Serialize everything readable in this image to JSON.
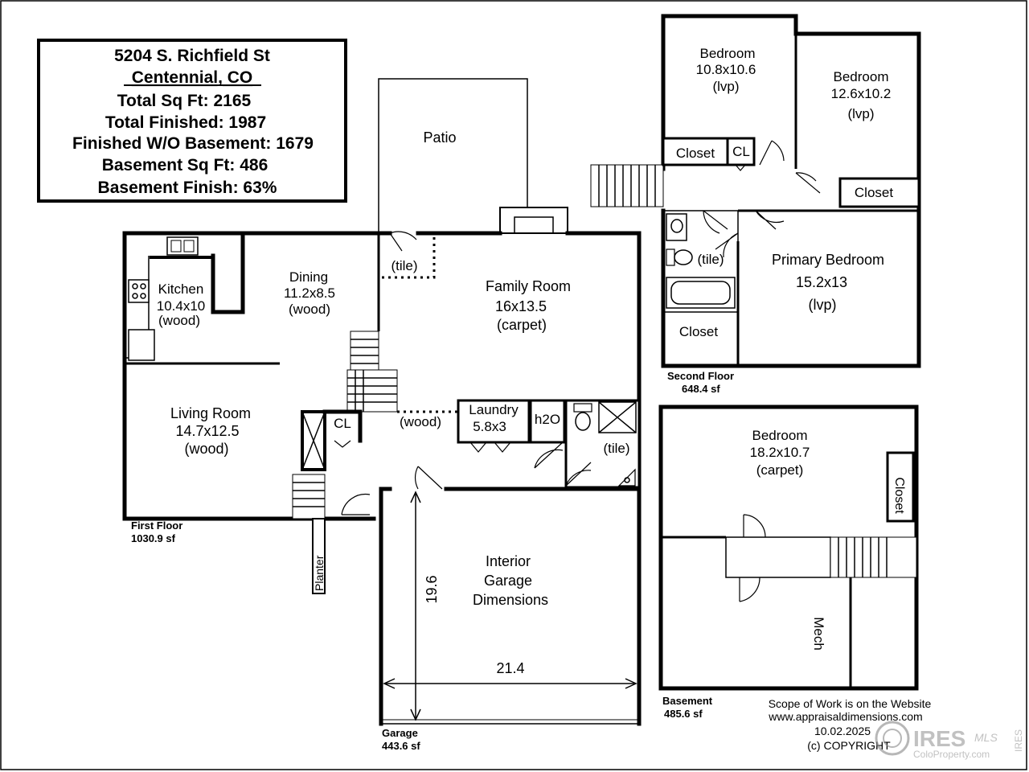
{
  "info_box": {
    "address": "5204 S. Richfield St",
    "city": "Centennial, CO",
    "total_sq_ft": "Total Sq Ft:  2165",
    "total_finished": "Total Finished:  1987",
    "finished_wo_basement": "Finished W/O Basement:  1679",
    "basement_sq_ft": "Basement Sq Ft:  486",
    "basement_finish": "Basement Finish:  63%"
  },
  "first_floor": {
    "label": "First Floor",
    "area": "1030.9 sf",
    "patio": "Patio",
    "kitchen": {
      "name": "Kitchen",
      "size": "10.4x10",
      "floor": "(wood)"
    },
    "dining": {
      "name": "Dining",
      "size": "11.2x8.5",
      "floor": "(wood)"
    },
    "patio_tile": "(tile)",
    "family": {
      "name": "Family Room",
      "size": "16x13.5",
      "floor": "(carpet)"
    },
    "living": {
      "name": "Living Room",
      "size": "14.7x12.5",
      "floor": "(wood)"
    },
    "closet": "CL",
    "hall_floor": "(wood)",
    "laundry": {
      "name": "Laundry",
      "size": "5.8x3"
    },
    "water_heater": "h2O",
    "bath_floor": "(tile)",
    "planter": "Planter"
  },
  "garage": {
    "label": "Garage",
    "area": "443.6 sf",
    "line1": "Interior",
    "line2": "Garage",
    "line3": "Dimensions",
    "depth": "19.6",
    "width": "21.4"
  },
  "second_floor": {
    "label": "Second Floor",
    "area": "648.4 sf",
    "bedroom1": {
      "name": "Bedroom",
      "size": "10.8x10.6",
      "floor": "(lvp)"
    },
    "bedroom2": {
      "name": "Bedroom",
      "size": "12.6x10.2",
      "floor": "(lvp)"
    },
    "closet1": "Closet",
    "cl": "CL",
    "closet2": "Closet",
    "bath_floor": "(tile)",
    "primary": {
      "name": "Primary Bedroom",
      "size": "15.2x13",
      "floor": "(lvp)"
    },
    "closet3": "Closet"
  },
  "basement": {
    "label": "Basement",
    "area": "485.6 sf",
    "bedroom": {
      "name": "Bedroom",
      "size": "18.2x10.7",
      "floor": "(carpet)"
    },
    "closet": "Closet",
    "mech": "Mech"
  },
  "footer": {
    "line1": "Scope of Work is on the Website",
    "line2": "www.appraisaldimensions.com",
    "date": "10.02.2025",
    "copyright": "(c) COPYRIGHT",
    "watermark": "IRES",
    "watermark_mls": "MLS",
    "watermark_site": "ColoProperty.com",
    "watermark_side": "IRES"
  }
}
